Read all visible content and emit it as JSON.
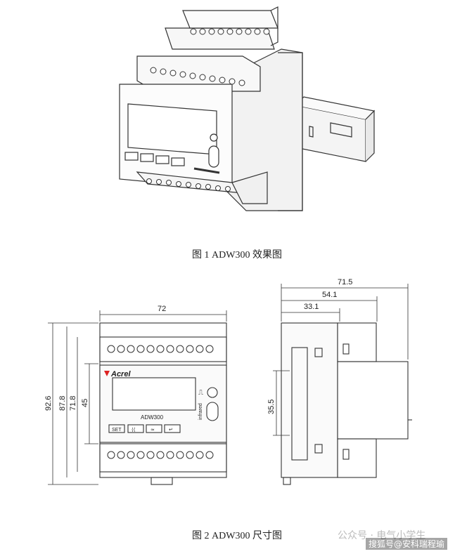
{
  "figure1": {
    "caption": "图 1 ADW300 效果图"
  },
  "figure2": {
    "caption": "图 2 ADW300 尺寸图",
    "front": {
      "width_label": "72",
      "height_labels": [
        "92.6",
        "87.8",
        "71.8",
        "45"
      ],
      "brand": "Acrel",
      "model": "ADW300",
      "infrared_label": "infrared",
      "pulse_label": "⎍",
      "buttons": [
        "SET",
        "⟨⟨",
        "≈",
        "↵"
      ]
    },
    "side": {
      "width_labels": [
        "71.5",
        "54.1",
        "33.1"
      ],
      "height_label": "35.5"
    }
  },
  "watermark": {
    "text": "公众号 · 电气小学生",
    "credit": "搜狐号@安科瑞程瑜"
  }
}
